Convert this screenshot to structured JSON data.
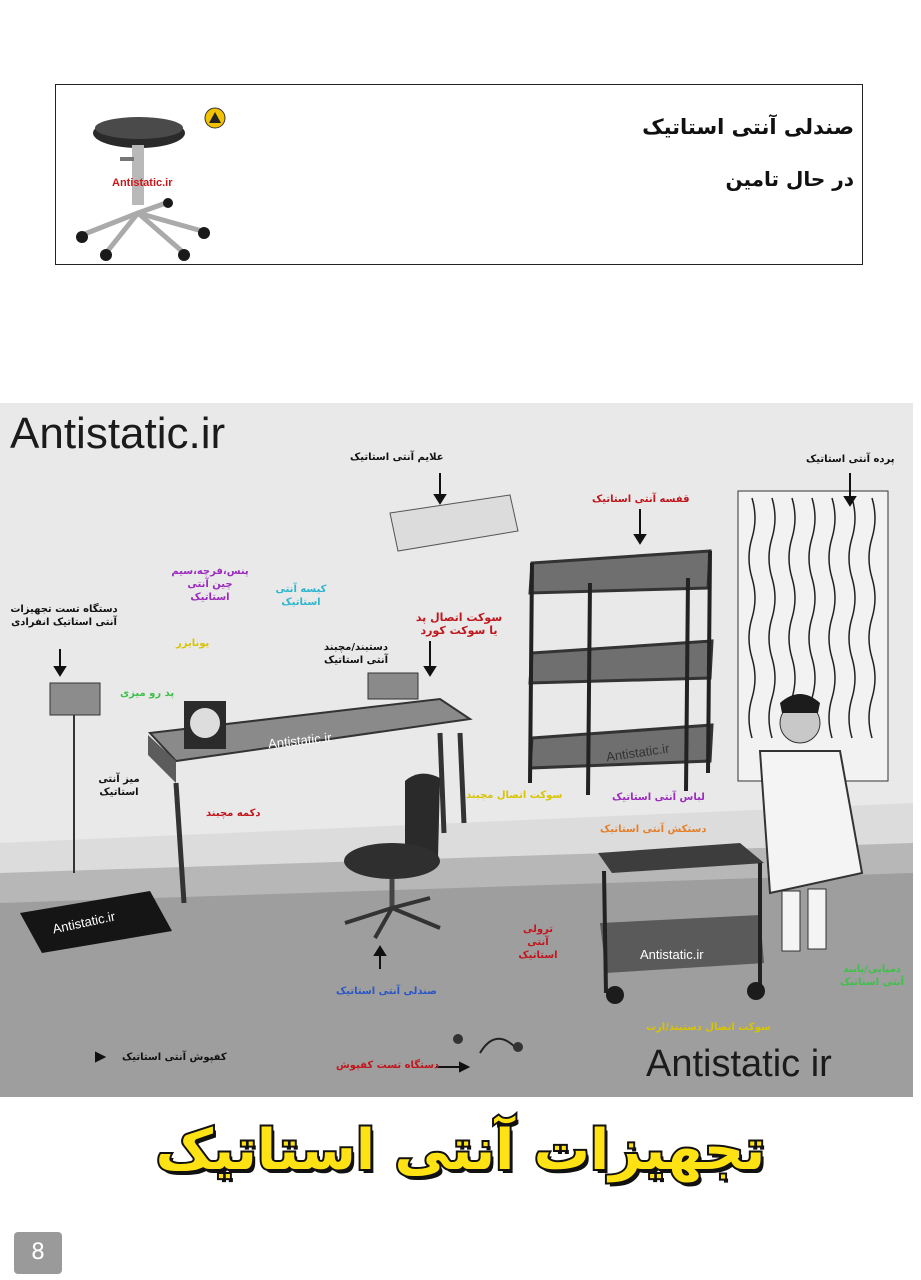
{
  "card": {
    "title": "صندلی آنتی استاتیک",
    "status": "در حال تامین",
    "watermark": "Antistatic.ir"
  },
  "panel": {
    "brand_top": "Antistatic.ir",
    "brand_bottom": "Antistatic ir",
    "watermarks": [
      "Antistatic.ir",
      "Antistatic.ir",
      "Antistatic.ir",
      "Antistatic.ir"
    ],
    "labels": {
      "signs": "علایم آنتی استاتیک",
      "curtain": "پرده آنتی استاتیک",
      "rack": "قفسه آنتی استاتیک",
      "tools": "پنس،فرچه،سیم چین آنتی استاتیک",
      "bag": "کیسه آنتی استاتیک",
      "socket_ground": "سوکت اتصال پد یا سوکت کورد",
      "tester": "دستگاه تست تجهیزات آنتی استاتیک انفرادی",
      "ionizer": "یونایزر",
      "mat": "پد رو میزی",
      "wrist": "دستبند/مچبند آنتی استاتیک",
      "table": "میز آنتی استاتیک",
      "snap_button": "دکمه مچبند",
      "wrist_socket": "سوکت اتصال مچبند",
      "coat": "لباس آنتی استاتیک",
      "gloves": "دستکش آنتی استاتیک",
      "trolley": "ترولی آنتی استاتیک",
      "chair": "صندلی آنتی استاتیک",
      "heel": "دمپایی/پابند آنتی استاتیک",
      "ground_socket": "سوکت اتصال دستبند/ارت",
      "shoes": "کفپوش آنتی استاتیک",
      "shoe_tester": "دستگاه تست کفپوش"
    }
  },
  "headline": "تجهیزات آنتی استاتیک",
  "page_number": "8",
  "colors": {
    "red": "#c0161c",
    "purple": "#9b2bbd",
    "cyan": "#2fb6cf",
    "yellow": "#d8c400",
    "green": "#3ec04a",
    "orange": "#e5802a",
    "blue": "#2b56c6",
    "headline_fill": "#ffe213"
  }
}
